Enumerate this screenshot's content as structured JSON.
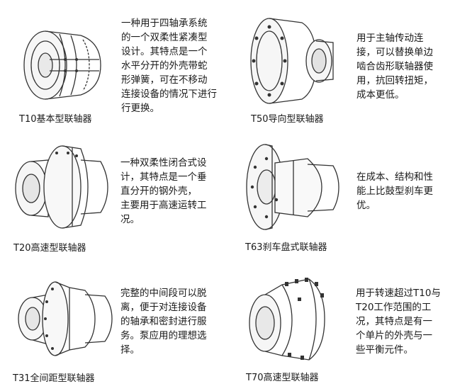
{
  "couplings": [
    {
      "caption": "T10基本型联轴器",
      "description": [
        "一种用于四轴承系统",
        "的一个双柔性紧凑型",
        "设计。其特点是一个",
        "水平分开的外壳带蛇",
        "形弹簧，可在不移动",
        "连接设备的情况下进行",
        "行更换。"
      ]
    },
    {
      "caption": "T50导向型联轴器",
      "description": [
        "用于主轴传动连",
        "接，可以替换单边",
        "啮合齿形联轴器使",
        "用，抗回转扭矩，",
        "成本更低。"
      ]
    },
    {
      "caption": "T20高速型联轴器",
      "description": [
        "一种双柔性闭合式设",
        "计，其特点是一个垂",
        "直分开的钢外壳，",
        "主要用于高速运转工",
        "况。"
      ]
    },
    {
      "caption": "T63刹车盘式联轴器",
      "description": [
        "在成本、结构和性",
        "能上比鼓型刹车更",
        "优。"
      ]
    },
    {
      "caption": "T31全间距型联轴器",
      "description": [
        "完整的中间段可以脱",
        "离，便于对连接设备",
        "的轴承和密封进行服",
        "务。泵应用的理想选",
        "择。"
      ]
    },
    {
      "caption": "T70高速型联轴器",
      "description": [
        "用于转速超过T10与",
        "T20工作范围的工",
        "况，其特点是有一",
        "个单片的外壳与一",
        "些平衡元件。"
      ]
    }
  ]
}
